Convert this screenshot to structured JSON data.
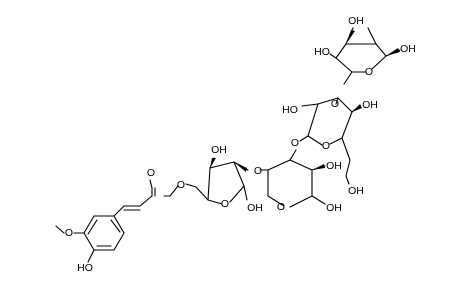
{
  "molecule": {
    "atom_labels": {
      "xyl_top_oh_left": "HO",
      "xyl_top_oh_c3": "OH",
      "xyl_top_oh_right": "OH",
      "xyl_top_ring_o": "O",
      "link_o_xyl_glc": "O",
      "glc_oh_c2": "HO",
      "glc_oh_c4": "OH",
      "glc_ring_o": "O",
      "glc_ch2oh": "OH",
      "link_o_glc_ara": "O",
      "ara_oh_c3": "OH",
      "ara_ring_o": "O",
      "ara_oh_c4": "OH",
      "link_o_ara_fur": "O",
      "fur_oh_c3": "OH",
      "fur_ring_o": "O",
      "fur_oh_c1": "OH",
      "ester_carbonyl_o": "O",
      "ester_o": "O",
      "methoxy_o": "O",
      "phenol_oh": "HO"
    }
  }
}
